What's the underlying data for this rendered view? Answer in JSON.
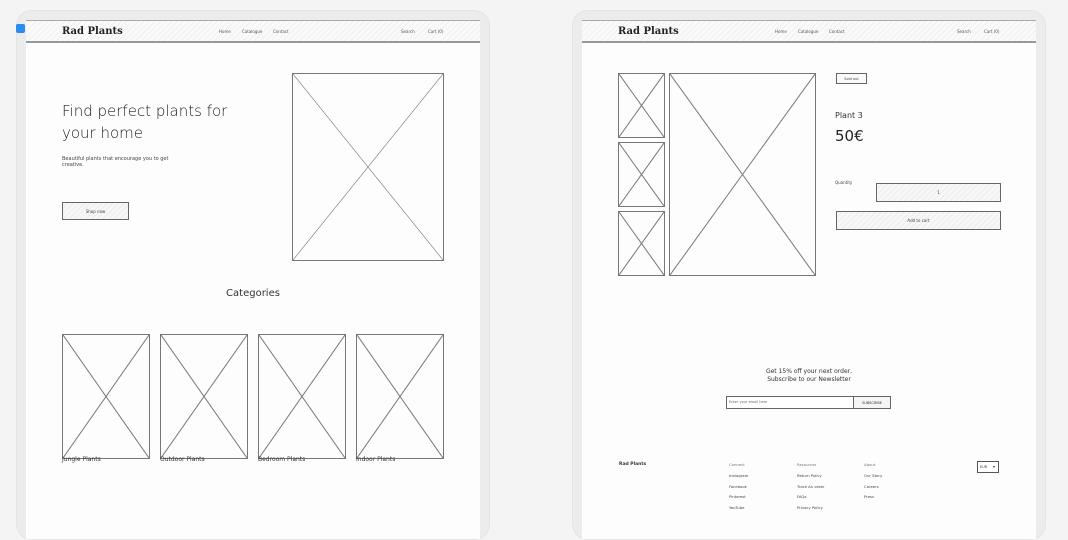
{
  "left_screen": {
    "nav": {
      "brand": "Rad Plants",
      "links": [
        "Home",
        "Catalogue",
        "Contact"
      ],
      "search": "Search",
      "cart": "Cart (0)"
    },
    "hero": {
      "title": "Find perfect plants  for your home",
      "subtitle": "Beautiful plants that encourage  you to get creative.",
      "cta": "Shop now"
    },
    "categories": {
      "title": "Categories",
      "items": [
        "Jungle Plants",
        "Outdoor Plants",
        "Bedroom Plants",
        "Indoor Plants"
      ]
    }
  },
  "right_screen": {
    "nav": {
      "brand": "Rad Plants",
      "links": [
        "Home",
        "Catalogue",
        "Contact"
      ],
      "search": "Search",
      "cart": "Cart (0)"
    },
    "product": {
      "badge": "Sold out",
      "name": "Plant 3",
      "price": "50€",
      "quantity_label": "Quantity",
      "quantity_value": "1",
      "add_to_cart": "Add to cart"
    },
    "newsletter": {
      "line1": "Get 15% off your next order,",
      "line2": "Subscribe to our Newsletter",
      "placeholder": "Enter your email here",
      "button": "SUBSCRIBE"
    },
    "footer": {
      "brand": "Rad Plants",
      "columns": [
        {
          "heading": "Connect",
          "items": [
            "Instagram",
            "Facebook",
            "Pinterest",
            "YouTube"
          ]
        },
        {
          "heading": "Resources",
          "items": [
            "Return Policy",
            "Track An order",
            "FAQs",
            "Privacy Policy"
          ]
        },
        {
          "heading": "About",
          "items": [
            "Our Story",
            "Careers",
            "Press"
          ]
        }
      ],
      "language": "EUR"
    }
  },
  "colors": {
    "selection_badge": "#2d8cf0",
    "wire_stroke": "#777777",
    "background": "#f4f4f4"
  }
}
